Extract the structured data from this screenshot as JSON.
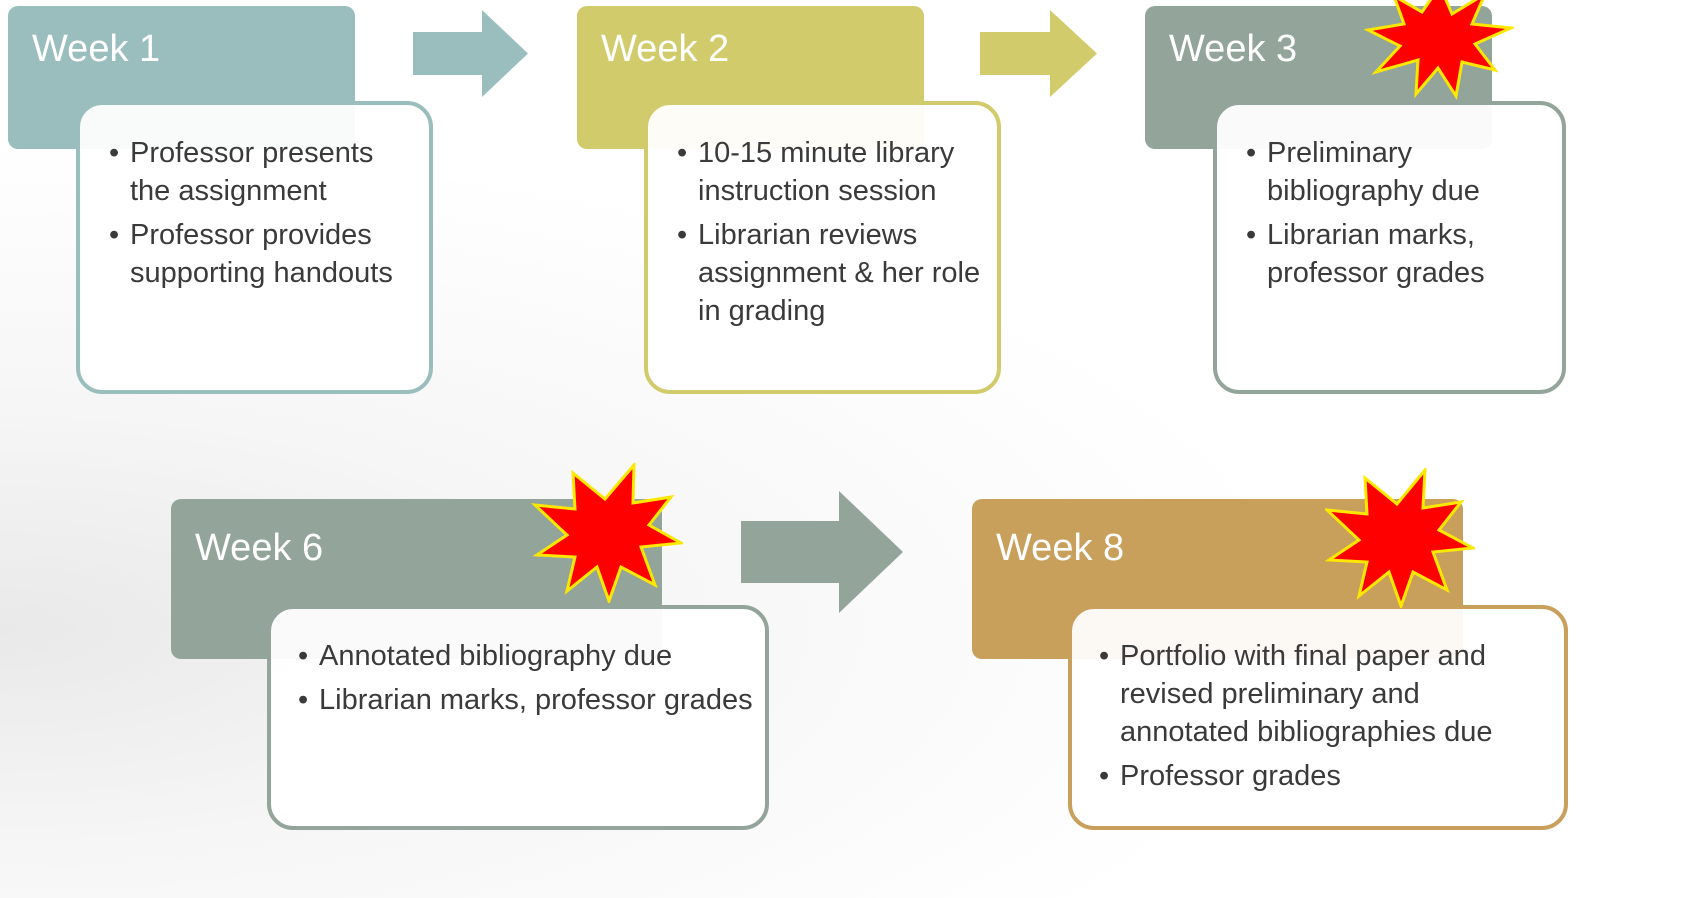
{
  "colors": {
    "teal": "#9ABDBD",
    "olive": "#D1CB6C",
    "gray_green": "#93A49B",
    "tan": "#C89F5B",
    "burst_fill": "#FF0000",
    "burst_stroke": "#FFE800"
  },
  "stages": [
    {
      "title": "Week 1",
      "items": [
        "Professor presents the assignment",
        "Professor provides supporting handouts"
      ],
      "highlighted": false
    },
    {
      "title": "Week 2",
      "items": [
        "10-15 minute library instruction session",
        "Librarian reviews assignment & her role in grading"
      ],
      "highlighted": false
    },
    {
      "title": "Week 3",
      "items": [
        "Preliminary bibliography due",
        "Librarian marks, professor grades"
      ],
      "highlighted": true
    },
    {
      "title": "Week 6",
      "items": [
        "Annotated bibliography due",
        "Librarian marks, professor grades"
      ],
      "highlighted": true
    },
    {
      "title": "Week 8",
      "items": [
        "Portfolio with final paper and revised preliminary and annotated bibliographies due",
        "Professor grades"
      ],
      "highlighted": true
    }
  ],
  "bullet": "•",
  "icons": {
    "arrow": "right-arrow-icon",
    "burst": "starburst-icon"
  }
}
